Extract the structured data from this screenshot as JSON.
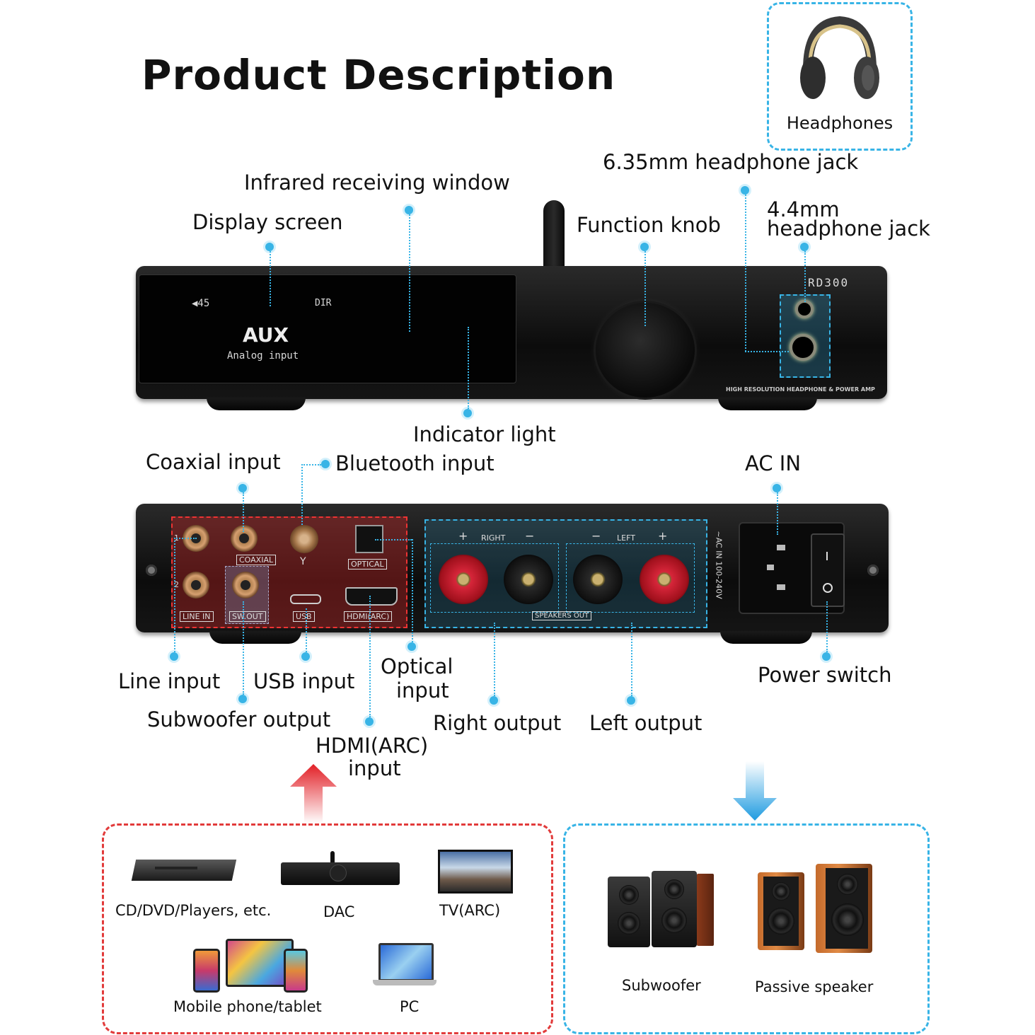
{
  "title": "Product Description",
  "headphones_box": {
    "label": "Headphones"
  },
  "front_panel": {
    "screen": {
      "volume": "◀45",
      "dir": "DIR",
      "source": "AUX",
      "source_sub": "Analog input"
    },
    "brand": "RD300",
    "model_text": "HIGH RESOLUTION HEADPHONE & POWER AMP",
    "labels": {
      "display_screen": "Display screen",
      "infrared_window": "Infrared receiving window",
      "function_knob": "Function knob",
      "jack_635_line1": "6.35mm headphone jack",
      "jack_44_line1": "4.4mm",
      "jack_44_line2": "headphone jack",
      "indicator_light": "Indicator light"
    }
  },
  "rear_panel": {
    "port_text": {
      "coaxial": "COAXIAL",
      "optical": "OPTICAL",
      "line_in": "LINE IN",
      "sw_out": "SW.OUT",
      "usb": "USB",
      "hdmi": "HDMI(ARC)",
      "right": "RIGHT",
      "left": "LEFT",
      "plus": "+",
      "minus": "−",
      "speakers_out": "SPEAKERS OUT",
      "ac_in_text": "~AC IN 100-240V",
      "num1": "1",
      "num2": "2"
    },
    "labels": {
      "coaxial_input": "Coaxial input",
      "bluetooth_input": "Bluetooth input",
      "ac_in": "AC IN",
      "line_input": "Line input",
      "usb_input": "USB input",
      "optical_input_1": "Optical",
      "optical_input_2": "input",
      "power_switch": "Power switch",
      "subwoofer_output": "Subwoofer output",
      "right_output": "Right output",
      "left_output": "Left output",
      "hdmi_input_1": "HDMI(ARC)",
      "hdmi_input_2": "input"
    }
  },
  "inputs_box": {
    "devices": [
      "CD/DVD/Players, etc.",
      "DAC",
      "TV(ARC)",
      "Mobile phone/tablet",
      "PC"
    ]
  },
  "outputs_box": {
    "devices": [
      "Subwoofer",
      "Passive speaker"
    ]
  },
  "colors": {
    "accent_blue": "#38b4e6",
    "accent_red": "#e23b3b"
  }
}
